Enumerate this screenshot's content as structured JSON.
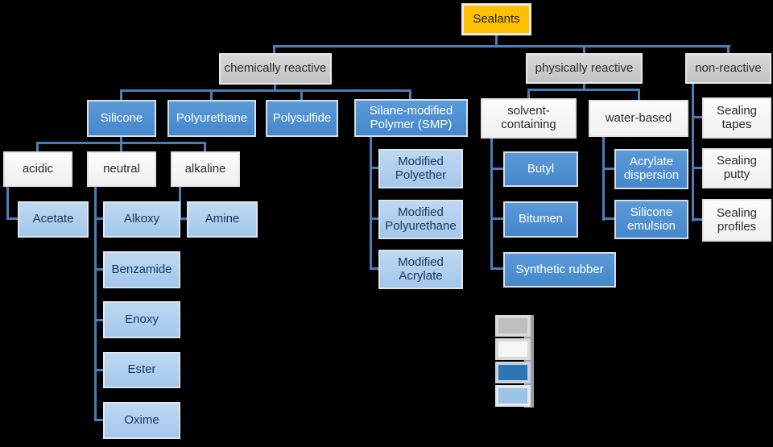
{
  "colors": {
    "background": "#000000",
    "root_fill": "#FFC000",
    "category_fill": "#C9C9C9",
    "subcategory_fill": "#F6F6F6",
    "type_fill": "#4587CC",
    "subtype_fill": "#A3C8EB",
    "type_text": "#FFFFFF",
    "subtype_text": "#17365D",
    "connector": "#4A7EB5"
  },
  "nodes": {
    "sealants": {
      "label": "Sealants"
    },
    "chemically_reactive": {
      "label": "chemically reactive"
    },
    "physically_reactive": {
      "label": "physically reactive"
    },
    "non_reactive": {
      "label": "non-reactive"
    },
    "silicone": {
      "label": "Silicone"
    },
    "polyurethane": {
      "label": "Polyurethane"
    },
    "polysulfide": {
      "label": "Polysulfide"
    },
    "smp": {
      "label": "Silane-modified Polymer (SMP)"
    },
    "acidic": {
      "label": "acidic"
    },
    "neutral": {
      "label": "neutral"
    },
    "alkaline": {
      "label": "alkaline"
    },
    "acetate": {
      "label": "Acetate"
    },
    "alkoxy": {
      "label": "Alkoxy"
    },
    "benzamide": {
      "label": "Benzamide"
    },
    "enoxy": {
      "label": "Enoxy"
    },
    "ester": {
      "label": "Ester"
    },
    "oxime": {
      "label": "Oxime"
    },
    "amine": {
      "label": "Amine"
    },
    "modified_polyether": {
      "label": "Modified Polyether"
    },
    "modified_polyurethane": {
      "label": "Modified Polyurethane"
    },
    "modified_acrylate": {
      "label": "Modified Acrylate"
    },
    "solvent_containing": {
      "label": "solvent-containing"
    },
    "water_based": {
      "label": "water-based"
    },
    "butyl": {
      "label": "Butyl"
    },
    "bitumen": {
      "label": "Bitumen"
    },
    "synthetic_rubber": {
      "label": "Synthetic rubber"
    },
    "acrylate_dispersion": {
      "label": "Acrylate dispersion"
    },
    "silicone_emulsion": {
      "label": "Silicone emulsion"
    },
    "sealing_tapes": {
      "label": "Sealing tapes"
    },
    "sealing_putty": {
      "label": "Sealing putty"
    },
    "sealing_profiles": {
      "label": "Sealing profiles"
    }
  },
  "hierarchy": {
    "Sealants": [
      "chemically reactive",
      "physically reactive",
      "non-reactive"
    ],
    "chemically reactive": [
      "Silicone",
      "Polyurethane",
      "Polysulfide",
      "Silane-modified Polymer (SMP)"
    ],
    "Silicone": [
      "acidic",
      "neutral",
      "alkaline"
    ],
    "acidic": [
      "Acetate"
    ],
    "neutral": [
      "Alkoxy",
      "Benzamide",
      "Enoxy",
      "Ester",
      "Oxime"
    ],
    "alkaline": [
      "Amine"
    ],
    "Silane-modified Polymer (SMP)": [
      "Modified Polyether",
      "Modified Polyurethane",
      "Modified Acrylate"
    ],
    "physically reactive": [
      "solvent-containing",
      "water-based"
    ],
    "solvent-containing": [
      "Butyl",
      "Bitumen",
      "Synthetic rubber"
    ],
    "water-based": [
      "Acrylate dispersion",
      "Silicone emulsion"
    ],
    "non-reactive": [
      "Sealing tapes",
      "Sealing putty",
      "Sealing profiles"
    ]
  },
  "legend": {
    "swatches": [
      "#BFBFBF",
      "#F5F5F5",
      "#2E75B6",
      "#9DC3E6"
    ]
  }
}
